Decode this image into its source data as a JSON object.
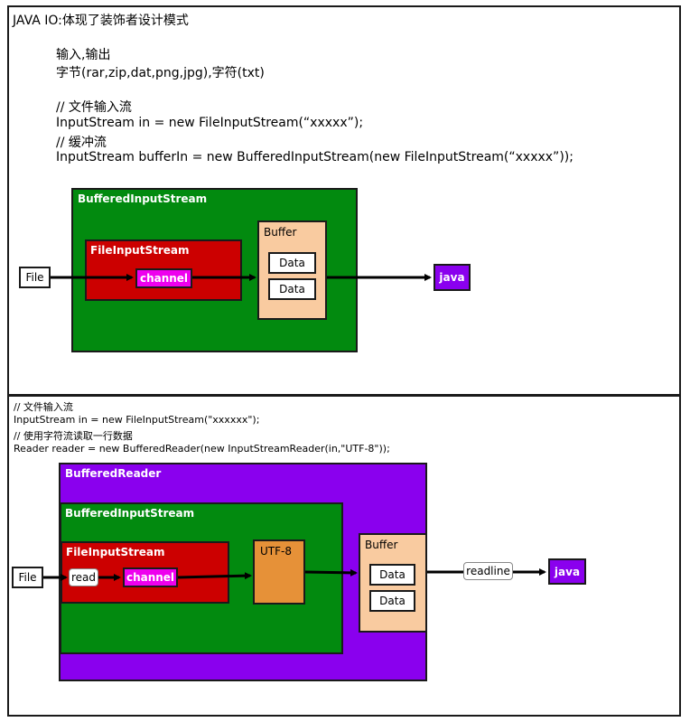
{
  "top": {
    "title": "JAVA IO:体现了装饰者设计模式",
    "lines": [
      "输入,输出",
      "字节(rar,zip,dat,png,jpg),字符(txt)",
      "// 文件输入流",
      "InputStream in = new FileInputStream(“xxxxx”);",
      "// 缓冲流",
      "InputStream bufferIn = new BufferedInputStream(new FileInputStream(“xxxxx”));"
    ],
    "diagram": {
      "buffered_input_stream": "BufferedInputStream",
      "file_input_stream": "FileInputStream",
      "channel": "channel",
      "buffer": "Buffer",
      "data1": "Data",
      "data2": "Data",
      "file": "File",
      "java": "java"
    }
  },
  "bottom": {
    "lines": [
      "// 文件输入流",
      "InputStream in = new FileInputStream(\"xxxxxx\");",
      "// 使用字符流读取一行数据",
      "Reader reader = new BufferedReader(new InputStreamReader(in,\"UTF-8\"));"
    ],
    "diagram": {
      "buffered_reader": "BufferedReader",
      "buffered_input_stream": "BufferedInputStream",
      "file_input_stream": "FileInputStream",
      "read": "read",
      "channel": "channel",
      "utf8": "UTF-8",
      "buffer": "Buffer",
      "data1": "Data",
      "data2": "Data",
      "file": "File",
      "readline": "readline",
      "java": "java"
    }
  },
  "colors": {
    "green": "#028a0f",
    "red": "#cc0000",
    "magenta": "#ee00ee",
    "peach": "#f9cba0",
    "purple": "#8a00ee",
    "orange": "#e69138"
  }
}
